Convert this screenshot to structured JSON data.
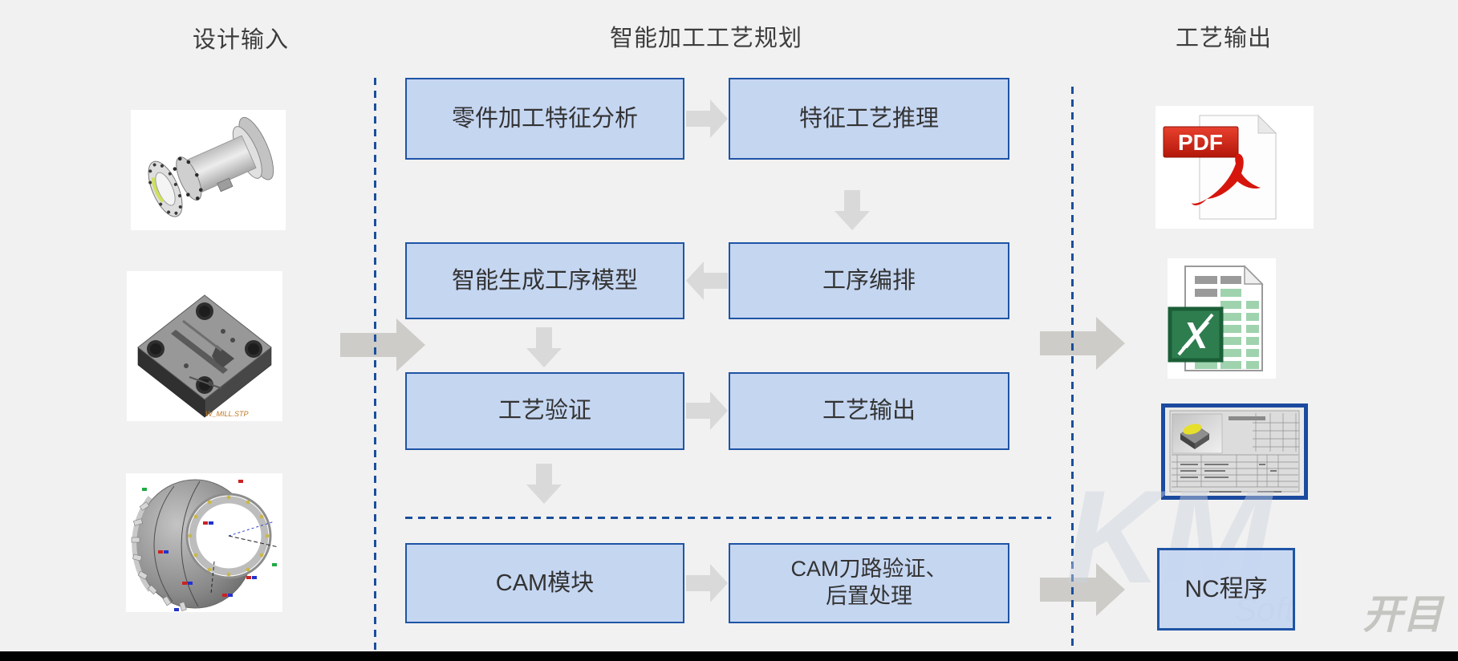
{
  "sections": {
    "design_input": {
      "title": "设计输入"
    },
    "planning": {
      "title": "智能加工工艺规划"
    },
    "process_output": {
      "title": "工艺输出"
    }
  },
  "flow": {
    "feature_analysis": "零件加工特征分析",
    "feature_reasoning": "特征工艺推理",
    "op_model": "智能生成工序模型",
    "op_sequencing": "工序编排",
    "process_validation": "工艺验证",
    "process_output": "工艺输出",
    "cam_module": "CAM模块",
    "cam_verify_line1": "CAM刀路验证、",
    "cam_verify_line2": "后置处理",
    "nc_program": "NC程序"
  },
  "output_icons": {
    "pdf_label": "PDF",
    "excel_letter": "X"
  },
  "input_images": {
    "shaft": "flanged-shaft-3d-model",
    "block": "machined-plate-3d-model",
    "block_caption": "W_MILL.STP",
    "casing": "annotated-casing-3d-model"
  },
  "watermark": {
    "km": "KM",
    "soft": "Soft",
    "kaimu": "开目"
  },
  "colors": {
    "background": "#f1f1f1",
    "box_fill": "#c5d6f1",
    "box_border": "#1f54a5",
    "dashed_line": "#1a4f9c",
    "small_arrow": "#d9d9d9",
    "big_arrow": "#cdccc8",
    "pdf_red": "#d6160c",
    "excel_green": "#217346",
    "process_card_frame": "#1b4a9e",
    "text": "#333333"
  },
  "icons": {
    "pdf": "pdf-file-icon",
    "excel": "excel-file-icon",
    "process_card": "process-card-icon",
    "small_flow_arrow": "flow-arrow-icon",
    "big_flow_arrow": "big-flow-arrow-icon"
  }
}
